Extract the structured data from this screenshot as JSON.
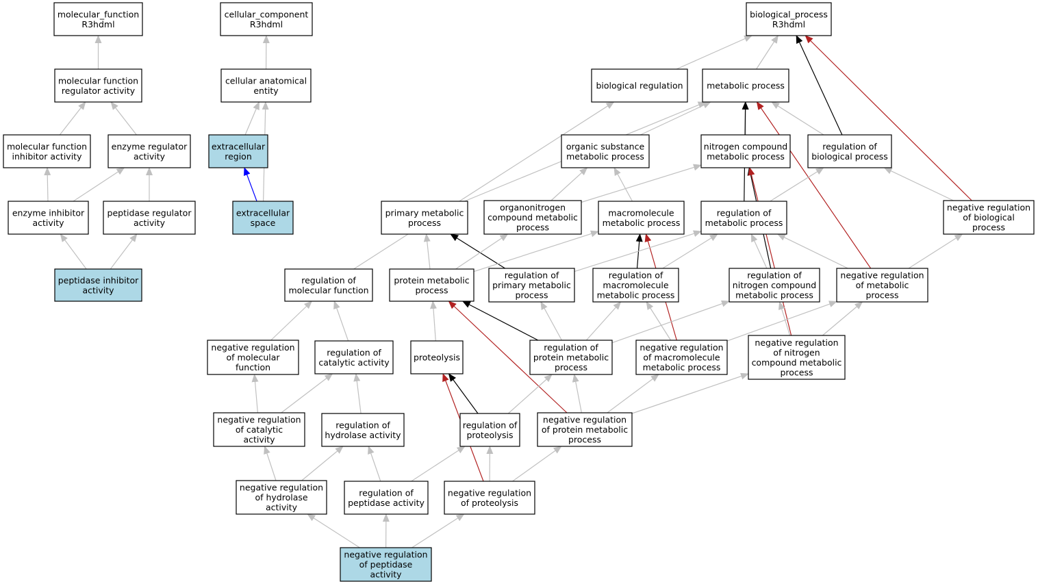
{
  "colors": {
    "node_fill": "#ffffff",
    "highlight_fill": "#add8e6",
    "is_a_edge": "#c0c0c0",
    "part_of_edge": "#0000ff",
    "regulates_edge": "#000000",
    "negatively_regulates_edge": "#b22222"
  },
  "nodes": [
    {
      "id": "mf",
      "lines": [
        "molecular_function",
        "R3hdml"
      ],
      "highlight": false
    },
    {
      "id": "cc",
      "lines": [
        "cellular_component",
        "R3hdml"
      ],
      "highlight": false
    },
    {
      "id": "bp",
      "lines": [
        "biological_process",
        "R3hdml"
      ],
      "highlight": false
    },
    {
      "id": "mfra",
      "lines": [
        "molecular function",
        "regulator activity"
      ],
      "highlight": false
    },
    {
      "id": "cae",
      "lines": [
        "cellular anatomical",
        "entity"
      ],
      "highlight": false
    },
    {
      "id": "breg",
      "lines": [
        "biological regulation"
      ],
      "highlight": false
    },
    {
      "id": "mp",
      "lines": [
        "metabolic process"
      ],
      "highlight": false
    },
    {
      "id": "mfia",
      "lines": [
        "molecular function",
        "inhibitor activity"
      ],
      "highlight": false
    },
    {
      "id": "era",
      "lines": [
        "enzyme regulator",
        "activity"
      ],
      "highlight": false
    },
    {
      "id": "exr",
      "lines": [
        "extracellular",
        "region"
      ],
      "highlight": true
    },
    {
      "id": "osmp",
      "lines": [
        "organic substance",
        "metabolic process"
      ],
      "highlight": false
    },
    {
      "id": "ncmp",
      "lines": [
        "nitrogen compound",
        "metabolic process"
      ],
      "highlight": false
    },
    {
      "id": "rbp",
      "lines": [
        "regulation of",
        "biological process"
      ],
      "highlight": false
    },
    {
      "id": "eia",
      "lines": [
        "enzyme inhibitor",
        "activity"
      ],
      "highlight": false
    },
    {
      "id": "pra",
      "lines": [
        "peptidase regulator",
        "activity"
      ],
      "highlight": false
    },
    {
      "id": "exs",
      "lines": [
        "extracellular",
        "space"
      ],
      "highlight": true
    },
    {
      "id": "pmp",
      "lines": [
        "primary metabolic",
        "process"
      ],
      "highlight": false
    },
    {
      "id": "oncmp",
      "lines": [
        "organonitrogen",
        "compound metabolic",
        "process"
      ],
      "highlight": false
    },
    {
      "id": "macmp",
      "lines": [
        "macromolecule",
        "metabolic process"
      ],
      "highlight": false
    },
    {
      "id": "rmp",
      "lines": [
        "regulation of",
        "metabolic process"
      ],
      "highlight": false
    },
    {
      "id": "nrbp",
      "lines": [
        "negative regulation",
        "of biological",
        "process"
      ],
      "highlight": false
    },
    {
      "id": "pia",
      "lines": [
        "peptidase inhibitor",
        "activity"
      ],
      "highlight": true
    },
    {
      "id": "rmf",
      "lines": [
        "regulation of",
        "molecular function"
      ],
      "highlight": false
    },
    {
      "id": "prmp",
      "lines": [
        "protein metabolic",
        "process"
      ],
      "highlight": false
    },
    {
      "id": "rpmp",
      "lines": [
        "regulation of",
        "primary metabolic",
        "process"
      ],
      "highlight": false
    },
    {
      "id": "rmacmp",
      "lines": [
        "regulation of",
        "macromolecule",
        "metabolic process"
      ],
      "highlight": false
    },
    {
      "id": "rncmp",
      "lines": [
        "regulation of",
        "nitrogen compound",
        "metabolic process"
      ],
      "highlight": false
    },
    {
      "id": "nrmp",
      "lines": [
        "negative regulation",
        "of metabolic",
        "process"
      ],
      "highlight": false
    },
    {
      "id": "nrmf",
      "lines": [
        "negative regulation",
        "of molecular",
        "function"
      ],
      "highlight": false
    },
    {
      "id": "rca",
      "lines": [
        "regulation of",
        "catalytic activity"
      ],
      "highlight": false
    },
    {
      "id": "prot",
      "lines": [
        "proteolysis"
      ],
      "highlight": false
    },
    {
      "id": "rprmp",
      "lines": [
        "regulation of",
        "protein metabolic",
        "process"
      ],
      "highlight": false
    },
    {
      "id": "nrmacmp",
      "lines": [
        "negative regulation",
        "of macromolecule",
        "metabolic process"
      ],
      "highlight": false
    },
    {
      "id": "nrncmp",
      "lines": [
        "negative regulation",
        "of nitrogen",
        "compound metabolic",
        "process"
      ],
      "highlight": false
    },
    {
      "id": "nrca",
      "lines": [
        "negative regulation",
        "of catalytic",
        "activity"
      ],
      "highlight": false
    },
    {
      "id": "rha",
      "lines": [
        "regulation of",
        "hydrolase activity"
      ],
      "highlight": false
    },
    {
      "id": "rprot",
      "lines": [
        "regulation of",
        "proteolysis"
      ],
      "highlight": false
    },
    {
      "id": "nrprmp",
      "lines": [
        "negative regulation",
        "of protein metabolic",
        "process"
      ],
      "highlight": false
    },
    {
      "id": "nrha",
      "lines": [
        "negative regulation",
        "of hydrolase",
        "activity"
      ],
      "highlight": false
    },
    {
      "id": "rpa",
      "lines": [
        "regulation of",
        "peptidase activity"
      ],
      "highlight": false
    },
    {
      "id": "nrprot",
      "lines": [
        "negative regulation",
        "of proteolysis"
      ],
      "highlight": false
    },
    {
      "id": "nrpa",
      "lines": [
        "negative regulation",
        "of peptidase",
        "activity"
      ],
      "highlight": true
    }
  ],
  "edges": [
    {
      "from": "mfra",
      "to": "mf",
      "type": "is_a"
    },
    {
      "from": "mfia",
      "to": "mfra",
      "type": "is_a"
    },
    {
      "from": "era",
      "to": "mfra",
      "type": "is_a"
    },
    {
      "from": "eia",
      "to": "mfia",
      "type": "is_a"
    },
    {
      "from": "eia",
      "to": "era",
      "type": "is_a"
    },
    {
      "from": "pra",
      "to": "era",
      "type": "is_a"
    },
    {
      "from": "pia",
      "to": "eia",
      "type": "is_a"
    },
    {
      "from": "pia",
      "to": "pra",
      "type": "is_a"
    },
    {
      "from": "cae",
      "to": "cc",
      "type": "is_a"
    },
    {
      "from": "exr",
      "to": "cae",
      "type": "is_a"
    },
    {
      "from": "exs",
      "to": "cae",
      "type": "is_a"
    },
    {
      "from": "exs",
      "to": "exr",
      "type": "part_of"
    },
    {
      "from": "breg",
      "to": "bp",
      "type": "is_a"
    },
    {
      "from": "mp",
      "to": "bp",
      "type": "is_a"
    },
    {
      "from": "rbp",
      "to": "bp",
      "type": "regulates"
    },
    {
      "from": "nrbp",
      "to": "bp",
      "type": "negatively_regulates"
    },
    {
      "from": "rmf",
      "to": "breg",
      "type": "is_a"
    },
    {
      "from": "osmp",
      "to": "mp",
      "type": "is_a"
    },
    {
      "from": "ncmp",
      "to": "mp",
      "type": "is_a"
    },
    {
      "from": "pmp",
      "to": "mp",
      "type": "is_a"
    },
    {
      "from": "rbp",
      "to": "mp",
      "type": "is_a"
    },
    {
      "from": "rmp",
      "to": "mp",
      "type": "regulates"
    },
    {
      "from": "nrmp",
      "to": "mp",
      "type": "negatively_regulates"
    },
    {
      "from": "oncmp",
      "to": "osmp",
      "type": "is_a"
    },
    {
      "from": "macmp",
      "to": "osmp",
      "type": "is_a"
    },
    {
      "from": "oncmp",
      "to": "ncmp",
      "type": "is_a"
    },
    {
      "from": "rncmp",
      "to": "ncmp",
      "type": "regulates"
    },
    {
      "from": "nrncmp",
      "to": "ncmp",
      "type": "negatively_regulates"
    },
    {
      "from": "rmp",
      "to": "rbp",
      "type": "is_a"
    },
    {
      "from": "nrbp",
      "to": "rbp",
      "type": "is_a"
    },
    {
      "from": "prmp",
      "to": "pmp",
      "type": "is_a"
    },
    {
      "from": "rpmp",
      "to": "pmp",
      "type": "regulates"
    },
    {
      "from": "prmp",
      "to": "oncmp",
      "type": "is_a"
    },
    {
      "from": "prmp",
      "to": "macmp",
      "type": "is_a"
    },
    {
      "from": "rmacmp",
      "to": "macmp",
      "type": "regulates"
    },
    {
      "from": "nrmacmp",
      "to": "macmp",
      "type": "negatively_regulates"
    },
    {
      "from": "rpmp",
      "to": "rmp",
      "type": "is_a"
    },
    {
      "from": "rmacmp",
      "to": "rmp",
      "type": "is_a"
    },
    {
      "from": "rncmp",
      "to": "rmp",
      "type": "is_a"
    },
    {
      "from": "nrmp",
      "to": "rmp",
      "type": "is_a"
    },
    {
      "from": "nrmp",
      "to": "nrbp",
      "type": "is_a"
    },
    {
      "from": "nrmf",
      "to": "rmf",
      "type": "is_a"
    },
    {
      "from": "rca",
      "to": "rmf",
      "type": "is_a"
    },
    {
      "from": "prot",
      "to": "prmp",
      "type": "is_a"
    },
    {
      "from": "rprmp",
      "to": "prmp",
      "type": "regulates"
    },
    {
      "from": "nrprmp",
      "to": "prmp",
      "type": "negatively_regulates"
    },
    {
      "from": "rprmp",
      "to": "rpmp",
      "type": "is_a"
    },
    {
      "from": "rprmp",
      "to": "rmacmp",
      "type": "is_a"
    },
    {
      "from": "nrmacmp",
      "to": "rmacmp",
      "type": "is_a"
    },
    {
      "from": "rprmp",
      "to": "rncmp",
      "type": "is_a"
    },
    {
      "from": "nrncmp",
      "to": "rncmp",
      "type": "is_a"
    },
    {
      "from": "nrmacmp",
      "to": "nrmp",
      "type": "is_a"
    },
    {
      "from": "nrncmp",
      "to": "nrmp",
      "type": "is_a"
    },
    {
      "from": "nrca",
      "to": "nrmf",
      "type": "is_a"
    },
    {
      "from": "nrca",
      "to": "rca",
      "type": "is_a"
    },
    {
      "from": "rha",
      "to": "rca",
      "type": "is_a"
    },
    {
      "from": "rprot",
      "to": "prot",
      "type": "regulates"
    },
    {
      "from": "nrprot",
      "to": "prot",
      "type": "negatively_regulates"
    },
    {
      "from": "rprot",
      "to": "rprmp",
      "type": "is_a"
    },
    {
      "from": "nrprmp",
      "to": "rprmp",
      "type": "is_a"
    },
    {
      "from": "nrprmp",
      "to": "nrmacmp",
      "type": "is_a"
    },
    {
      "from": "nrprmp",
      "to": "nrncmp",
      "type": "is_a"
    },
    {
      "from": "nrha",
      "to": "nrca",
      "type": "is_a"
    },
    {
      "from": "nrha",
      "to": "rha",
      "type": "is_a"
    },
    {
      "from": "rpa",
      "to": "rha",
      "type": "is_a"
    },
    {
      "from": "rpa",
      "to": "rprot",
      "type": "is_a"
    },
    {
      "from": "nrprot",
      "to": "rprot",
      "type": "is_a"
    },
    {
      "from": "nrprot",
      "to": "nrprmp",
      "type": "is_a"
    },
    {
      "from": "nrpa",
      "to": "nrha",
      "type": "is_a"
    },
    {
      "from": "nrpa",
      "to": "rpa",
      "type": "is_a"
    },
    {
      "from": "nrpa",
      "to": "nrprot",
      "type": "is_a"
    }
  ]
}
